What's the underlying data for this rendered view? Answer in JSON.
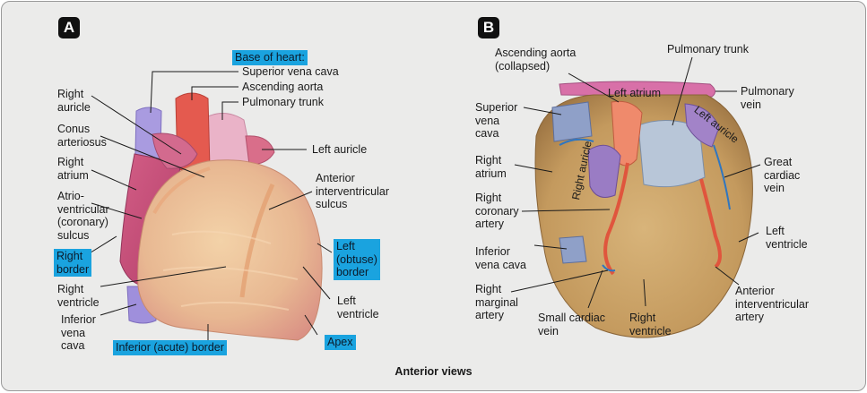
{
  "caption": "Anterior views",
  "panel_a": {
    "badge": "A",
    "labels": {
      "base_of_heart": "Base of heart:",
      "superior_vena_cava": "Superior vena cava",
      "ascending_aorta": "Ascending aorta",
      "pulmonary_trunk": "Pulmonary trunk",
      "left_auricle": "Left auricle",
      "right_auricle": "Right\nauricle",
      "conus_arteriosus": "Conus\narteriosus",
      "right_atrium": "Right\natrium",
      "av_sulcus": "Atrio-\nventricular\n(coronary)\nsulcus",
      "right_border": "Right\nborder",
      "right_ventricle": "Right\nventricle",
      "inferior_vena_cava": "Inferior\nvena\ncava",
      "inferior_border": "Inferior (acute) border",
      "apex": "Apex",
      "left_ventricle": "Left\nventricle",
      "left_border": "Left\n(obtuse)\nborder",
      "anterior_iv_sulcus": "Anterior\ninterventricular\nsulcus"
    }
  },
  "panel_b": {
    "badge": "B",
    "labels": {
      "ascending_aorta": "Ascending aorta\n(collapsed)",
      "pulmonary_trunk": "Pulmonary trunk",
      "pulmonary_vein": "Pulmonary\nvein",
      "left_atrium": "Left atrium",
      "left_auricle": "Left auricle",
      "right_auricle": "Right auricle",
      "superior_vena_cava": "Superior\nvena\ncava",
      "right_atrium": "Right\natrium",
      "right_coronary_artery": "Right\ncoronary\nartery",
      "inferior_vena_cava": "Inferior\nvena cava",
      "right_marginal_artery": "Right\nmarginal\nartery",
      "small_cardiac_vein": "Small cardiac\nvein",
      "right_ventricle": "Right\nventricle",
      "anterior_iv_artery": "Anterior\ninterventricular\nartery",
      "left_ventricle": "Left\nventricle",
      "great_cardiac_vein": "Great\ncardiac\nvein"
    }
  },
  "colors": {
    "highlight": "#1aa3df",
    "background": "#ebebea",
    "ventricle": "#e9bd95",
    "aorta": "#e25a50",
    "pulmonary_trunk": "#e9b0c4",
    "vena_cava": "#a79ad6",
    "specimen": "#c9a264",
    "artery": "#e0553d",
    "vein": "#2f76c0"
  }
}
